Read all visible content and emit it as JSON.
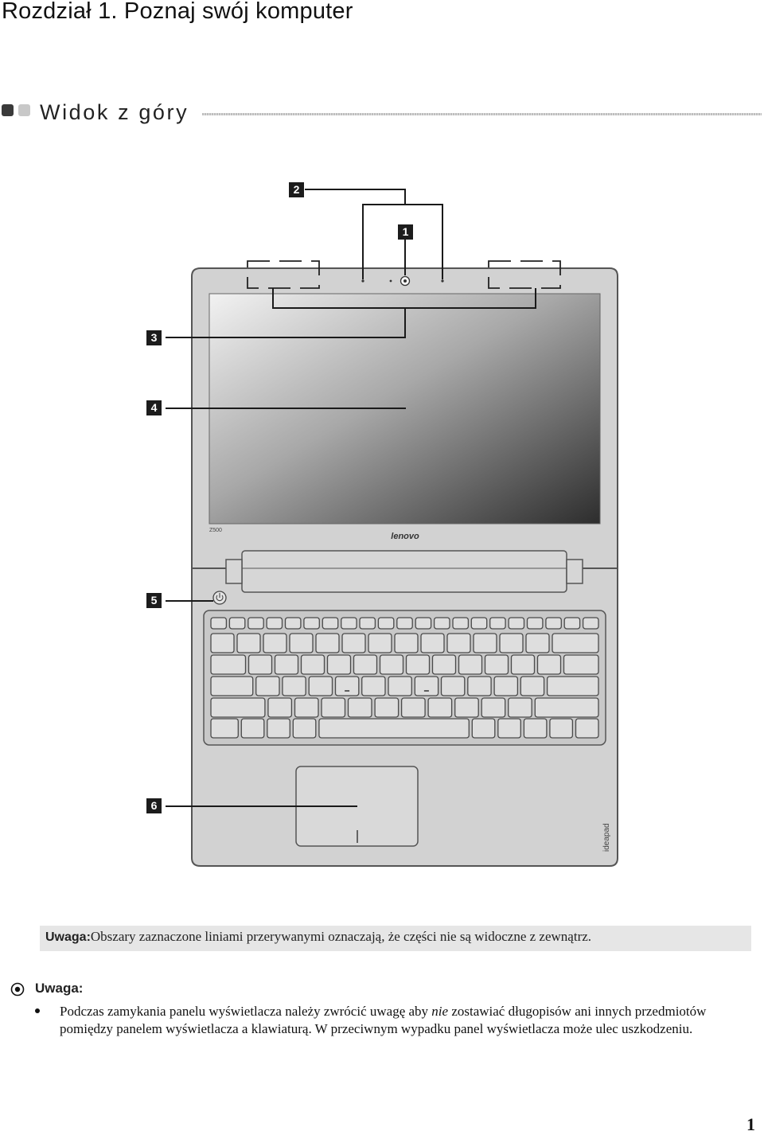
{
  "chapter": {
    "title": "Rozdział 1. Poznaj swój komputer"
  },
  "section": {
    "title": "Widok z góry"
  },
  "figure": {
    "callouts": [
      "1",
      "2",
      "3",
      "4",
      "5",
      "6"
    ],
    "model_label": "Z500",
    "brand_logo": "lenovo",
    "palmrest_logo": "ideapad",
    "colors": {
      "body": "#d2d2d2",
      "outline": "#555555",
      "callout": "#1c1c1c"
    }
  },
  "note_box": {
    "label": "Uwaga:",
    "text": "Obszary zaznaczone liniami przerywanymi oznaczają, że części nie są widoczne z zewnątrz."
  },
  "note2": {
    "icon": "target-icon",
    "label": "Uwaga:",
    "text_before": "Podczas zamykania panelu wyświetlacza należy zwrócić uwagę aby ",
    "text_italic": "nie",
    "text_after": " zostawiać długopisów ani innych przedmiotów pomiędzy panelem wyświetlacza a klawiaturą. W przeciwnym wypadku panel wyświetlacza może ulec uszkodzeniu."
  },
  "page": {
    "number": "1"
  }
}
